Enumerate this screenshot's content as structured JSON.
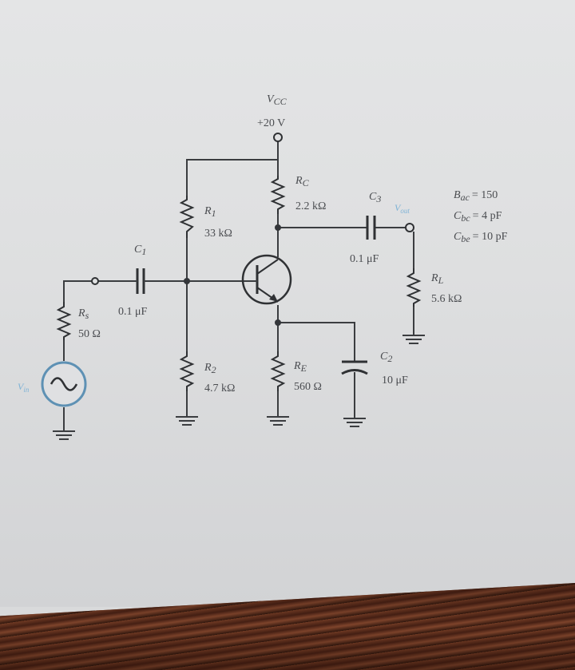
{
  "supply": {
    "name": "V",
    "sub": "CC",
    "value": "+20 V"
  },
  "params": [
    {
      "sym": "B",
      "sub": "ac",
      "val": "= 150"
    },
    {
      "sym": "C",
      "sub": "bc",
      "val": "= 4 pF"
    },
    {
      "sym": "C",
      "sub": "be",
      "val": "= 10 pF"
    }
  ],
  "components": {
    "rs": {
      "name": "R",
      "sub": "s",
      "value": "50 Ω"
    },
    "c1": {
      "name": "C",
      "sub": "1",
      "value": "0.1 μF"
    },
    "r1": {
      "name": "R",
      "sub": "1",
      "value": "33 kΩ"
    },
    "r2": {
      "name": "R",
      "sub": "2",
      "value": "4.7 kΩ"
    },
    "rc": {
      "name": "R",
      "sub": "C",
      "value": "2.2 kΩ"
    },
    "re": {
      "name": "R",
      "sub": "E",
      "value": "560 Ω"
    },
    "c3": {
      "name": "C",
      "sub": "3",
      "value": "0.1 μF"
    },
    "c2": {
      "name": "C",
      "sub": "2",
      "value": "10 μF"
    },
    "rl": {
      "name": "R",
      "sub": "L",
      "value": "5.6 kΩ"
    }
  },
  "vin": {
    "name": "V",
    "sub": "in"
  },
  "vout": {
    "name": "V",
    "sub": "out"
  },
  "colors": {
    "ink": "#3b3d40",
    "paper": "#dedfe0",
    "accent": "#7fb3d6",
    "table": "#4a2418"
  }
}
